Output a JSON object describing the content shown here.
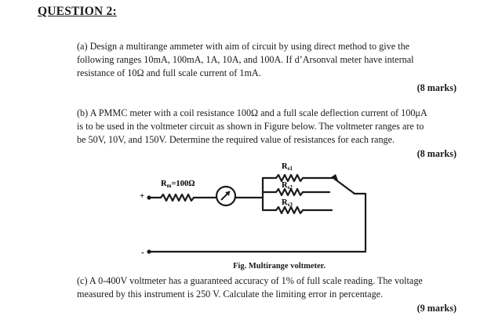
{
  "heading": "QUESTION 2:",
  "part_a": {
    "lines": [
      "(a) Design a multirange ammeter with aim of circuit by using direct method to give the",
      "following ranges 10mA, 100mA, 1A, 10A, and 100A. If d’Arsonval meter have internal",
      "resistance of 10Ω and full scale current of 1mA."
    ],
    "marks": "(8 marks)"
  },
  "part_b": {
    "lines": [
      "(b) A PMMC meter with a coil resistance 100Ω and a full scale deflection current of 100μA",
      "is to be used in the voltmeter circuit as shown in Figure below. The voltmeter ranges are to",
      "be 50V, 10V, and 150V. Determine the required value of resistances for each range."
    ],
    "marks": "(8 marks)"
  },
  "figure": {
    "rm_label": "R",
    "rm_sub": "m",
    "rm_value": "=100Ω",
    "r1_label": "R",
    "r1_sub": "s1",
    "r2_label": "R",
    "r2_sub": "s2",
    "r3_label": "R",
    "r3_sub": "s3",
    "plus_terminal": "+",
    "minus_terminal": "-",
    "caption": "Fig. Multirange voltmeter."
  },
  "part_c": {
    "lines": [
      "(c) A 0-400V voltmeter has a guaranteed accuracy of 1% of full scale reading. The voltage",
      "measured by this instrument is 250 V. Calculate the limiting error in percentage."
    ],
    "marks": "(9 marks)"
  }
}
